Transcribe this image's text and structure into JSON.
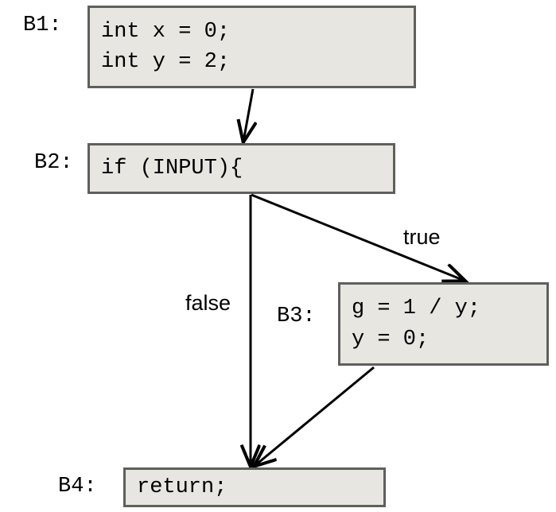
{
  "diagram": {
    "title": "control-flow-graph",
    "colors": {
      "block_fill": "#e8e6e0",
      "block_border": "#5f5f5c",
      "edge": "#000000",
      "text": "#000000",
      "background": "#ffffff"
    },
    "blocks": [
      {
        "id": "B1",
        "label": "B1:",
        "lines": [
          "int x = 0;",
          "int y = 2;"
        ]
      },
      {
        "id": "B2",
        "label": "B2:",
        "lines": [
          "if (INPUT){"
        ]
      },
      {
        "id": "B3",
        "label": "B3:",
        "lines": [
          "g = 1 / y;",
          "y = 0;"
        ]
      },
      {
        "id": "B4",
        "label": "B4:",
        "lines": [
          "return;"
        ]
      }
    ],
    "edges": [
      {
        "id": "e1",
        "from": "B1",
        "to": "B2",
        "label": ""
      },
      {
        "id": "e2",
        "from": "B2",
        "to": "B3",
        "label": "true"
      },
      {
        "id": "e3",
        "from": "B2",
        "to": "B4",
        "label": "false"
      },
      {
        "id": "e4",
        "from": "B3",
        "to": "B4",
        "label": ""
      }
    ],
    "edge_labels": {
      "true": "true",
      "false": "false"
    }
  }
}
